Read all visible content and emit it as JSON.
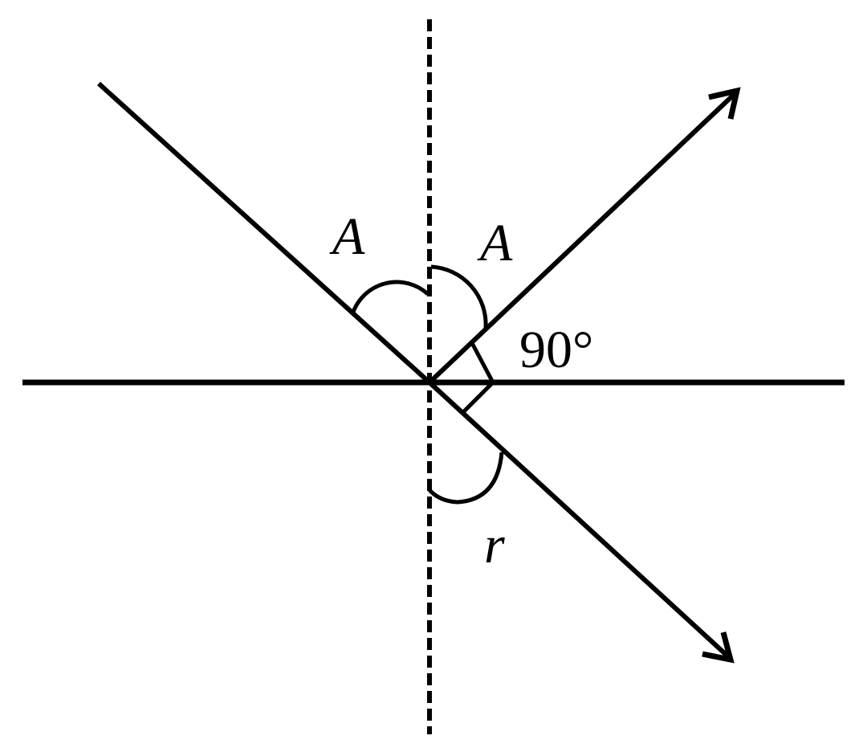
{
  "diagram": {
    "title": "",
    "colors": {
      "stroke": "#000000",
      "background": "#ffffff"
    },
    "labels": {
      "incident_angle": "A",
      "reflected_angle": "A",
      "right_angle": "90°",
      "refracted_angle": "r"
    },
    "elements": {
      "surface": "horizontal boundary line",
      "normal": "vertical dashed normal line",
      "incident_ray": "ray arriving from upper left",
      "reflected_ray": "arrow toward upper right",
      "refracted_ray": "arrow toward lower right"
    }
  }
}
